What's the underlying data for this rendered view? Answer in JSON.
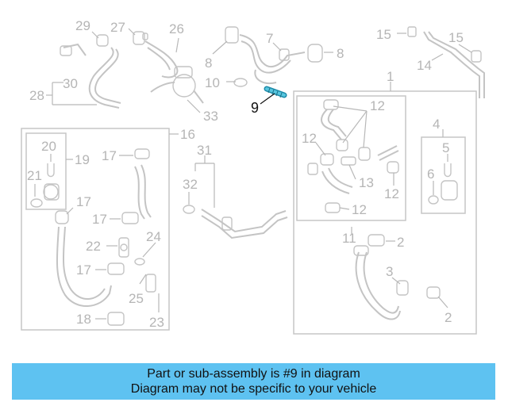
{
  "diagram": {
    "callouts": {
      "c1": "1",
      "c2a": "2",
      "c2b": "2",
      "c3": "3",
      "c4": "4",
      "c5": "5",
      "c6": "6",
      "c7": "7",
      "c8a": "8",
      "c8b": "8",
      "c9": "9",
      "c10": "10",
      "c11": "11",
      "c12a": "12",
      "c12b": "12",
      "c12c": "12",
      "c12d": "12",
      "c13": "13",
      "c14": "14",
      "c15a": "15",
      "c15b": "15",
      "c16": "16",
      "c17a": "17",
      "c17b": "17",
      "c17c": "17",
      "c17d": "17",
      "c18": "18",
      "c19": "19",
      "c20": "20",
      "c21": "21",
      "c22": "22",
      "c23": "23",
      "c24": "24",
      "c25": "25",
      "c26": "26",
      "c27": "27",
      "c28": "28",
      "c29": "29",
      "c30": "30",
      "c31": "31",
      "c32": "32",
      "c33": "33"
    },
    "highlight_color": "#2aa9c9",
    "line_color": "#c4c4c4"
  },
  "banner": {
    "line1": "Part or sub-assembly is #9 in diagram",
    "line2": "Diagram may not be specific to your vehicle",
    "background": "#5ec2f1"
  }
}
